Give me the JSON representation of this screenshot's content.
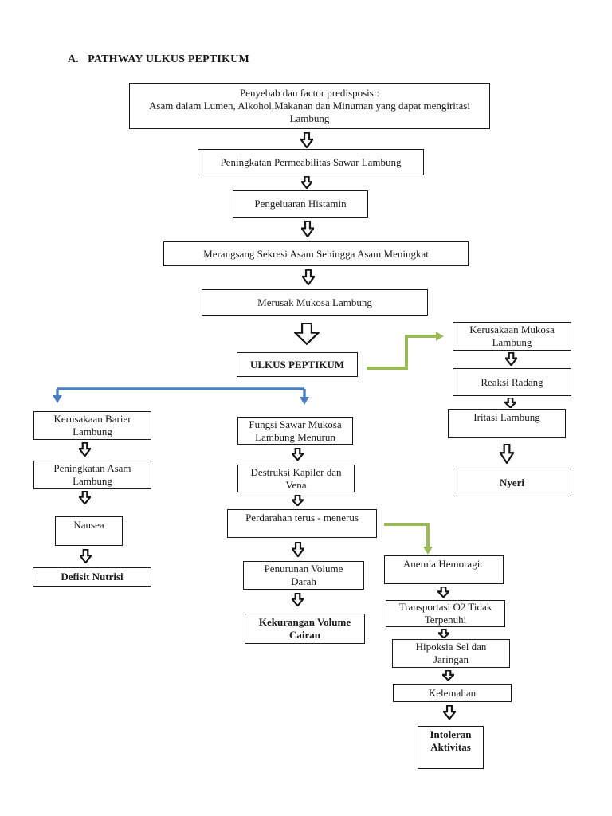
{
  "page": {
    "title": "A.   PATHWAY ULKUS PEPTIKUM"
  },
  "colors": {
    "connector_green": "#9bbb59",
    "connector_blue": "#4a7ebd",
    "box_border": "#1c1c1c",
    "text_color": "#1a1a1a"
  },
  "nodes": {
    "penyebab": {
      "text": "Penyebab dan factor predisposisi:\nAsam dalam Lumen, Alkohol,Makanan dan Minuman yang dapat mengiritasi\nLambung"
    },
    "permeabilitas": {
      "text": "Peningkatan Permeabilitas Sawar Lambung"
    },
    "histamin": {
      "text": "Pengeluaran Histamin"
    },
    "merangsang": {
      "text": "Merangsang Sekresi Asam Sehingga Asam Meningkat"
    },
    "merusak": {
      "text": "Merusak Mukosa Lambung"
    },
    "ulkus": {
      "text": "ULKUS PEPTIKUM"
    },
    "kerusakaan_mukosa": {
      "text": "Kerusakaan Mukosa\nLambung"
    },
    "reaksi_radang": {
      "text": "Reaksi Radang"
    },
    "iritasi": {
      "text": "Iritasi Lambung"
    },
    "nyeri": {
      "text": "Nyeri"
    },
    "kerusakaan_barier": {
      "text": "Kerusakaan Barier\nLambung"
    },
    "peningkatan_asam": {
      "text": "Peningkatan Asam\nLambung"
    },
    "nausea": {
      "text": "Nausea"
    },
    "defisit_nutrisi": {
      "text": "Defisit Nutrisi"
    },
    "fungsi_sawar": {
      "text": "Fungsi Sawar Mukosa\nLambung Menurun"
    },
    "destruksi": {
      "text": "Destruksi Kapiler dan\nVena"
    },
    "perdarahan": {
      "text": "Perdarahan terus - menerus"
    },
    "penurunan_volume": {
      "text": "Penurunan Volume\nDarah"
    },
    "kekurangan_volume": {
      "text": "Kekurangan Volume\nCairan"
    },
    "anemia": {
      "text": "Anemia Hemoragic"
    },
    "transportasi": {
      "text": "Transportasi O2 Tidak\nTerpenuhi"
    },
    "hipoksia": {
      "text": "Hipoksia Sel dan\nJaringan"
    },
    "kelemahan": {
      "text": "Kelemahan"
    },
    "intoleran": {
      "text": "Intoleran\nAktivitas"
    }
  }
}
